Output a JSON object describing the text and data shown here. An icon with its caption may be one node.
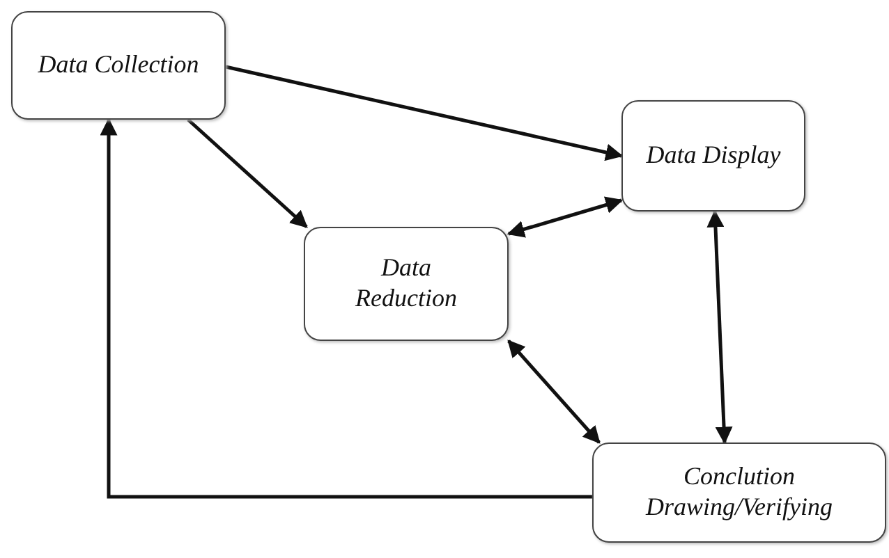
{
  "diagram": {
    "nodes": [
      {
        "text": [
          "Data Collection"
        ]
      },
      {
        "text": [
          "Data Display"
        ]
      },
      {
        "text": [
          "Data Reduction"
        ]
      },
      {
        "text": [
          "Conclution Drawing/Verifying"
        ]
      }
    ],
    "edges": [
      {
        "from": 0,
        "to": 1,
        "arrow": "to"
      },
      {
        "from": 0,
        "to": 2,
        "arrow": "to"
      },
      {
        "from": 2,
        "to": 1,
        "arrow": "both"
      },
      {
        "from": 1,
        "to": 3,
        "arrow": "both"
      },
      {
        "from": 2,
        "to": 3,
        "arrow": "both"
      },
      {
        "from": 3,
        "to": 0,
        "arrow": "to"
      }
    ]
  }
}
